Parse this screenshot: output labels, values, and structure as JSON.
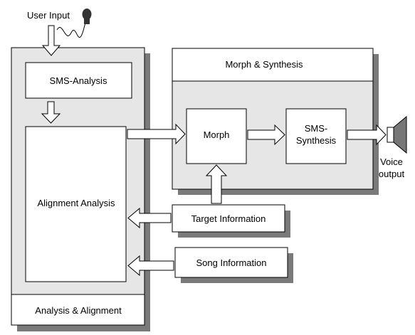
{
  "labels": {
    "user_input": "User Input",
    "sms_analysis": "SMS-Analysis",
    "alignment_analysis": "Alignment Analysis",
    "analysis_alignment": "Analysis & Alignment",
    "morph_synthesis": "Morph & Synthesis",
    "morph": "Morph",
    "sms_synthesis_line1": "SMS-",
    "sms_synthesis_line2": "Synthesis",
    "target_information": "Target Information",
    "song_information": "Song Information",
    "voice_output_line1": "Voice",
    "voice_output_line2": "output"
  },
  "colors": {
    "panel_fill": "#e6e6e6",
    "shadow": "#7a7a7a",
    "box_fill": "#ffffff",
    "stroke": "#000000"
  }
}
